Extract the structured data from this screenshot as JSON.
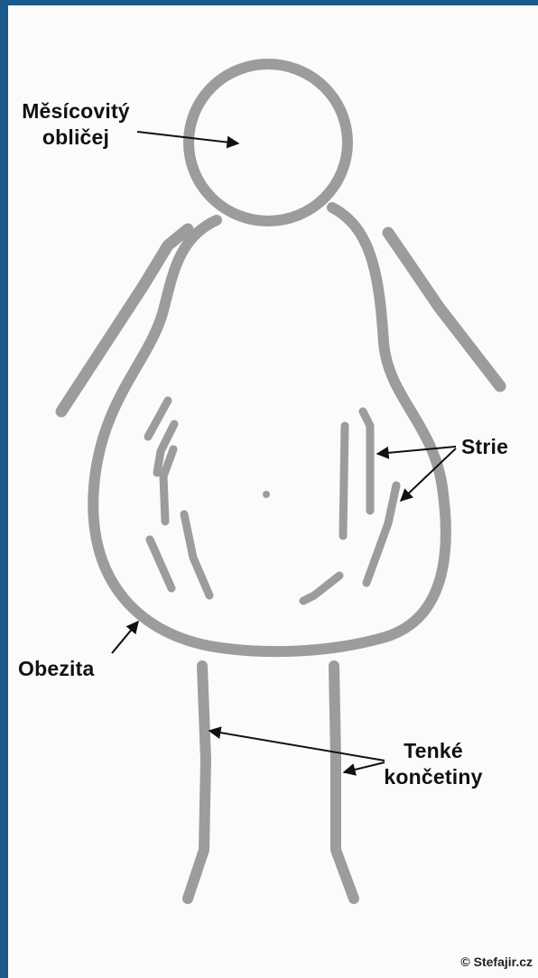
{
  "labels": {
    "face_line1": "Měsícovitý",
    "face_line2": "obličej",
    "stretch_marks": "Strie",
    "obesity": "Obezita",
    "limbs_line1": "Tenké",
    "limbs_line2": "končetiny"
  },
  "copyright": "© Stefajir.cz",
  "colors": {
    "frame": "#1c5a8c",
    "paper": "#fbfbfb",
    "marker": "#9c9c9c",
    "arrow": "#111111"
  }
}
